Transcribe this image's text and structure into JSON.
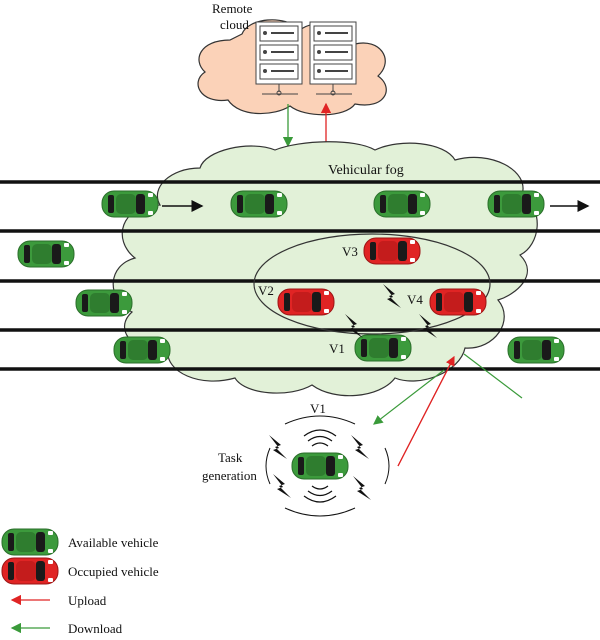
{
  "remote_cloud": {
    "label_line1": "Remote",
    "label_line2": "cloud"
  },
  "fog": {
    "label": "Vehicular fog"
  },
  "vehicles": {
    "v1": "V1",
    "v2": "V2",
    "v3": "V3",
    "v4": "V4"
  },
  "task": {
    "vehicle_label": "V1",
    "label_line1": "Task",
    "label_line2": "generation"
  },
  "legend": {
    "available": "Available vehicle",
    "occupied": "Occupied vehicle",
    "upload": "Upload",
    "download": "Download"
  },
  "colors": {
    "available_vehicle": "#3c9a3c",
    "occupied_vehicle": "#e02424",
    "upload_arrow": "#e02424",
    "download_arrow": "#3a9a3a",
    "fog_fill": "#e2f1d8",
    "cloud_fill": "#fbd2b8"
  }
}
